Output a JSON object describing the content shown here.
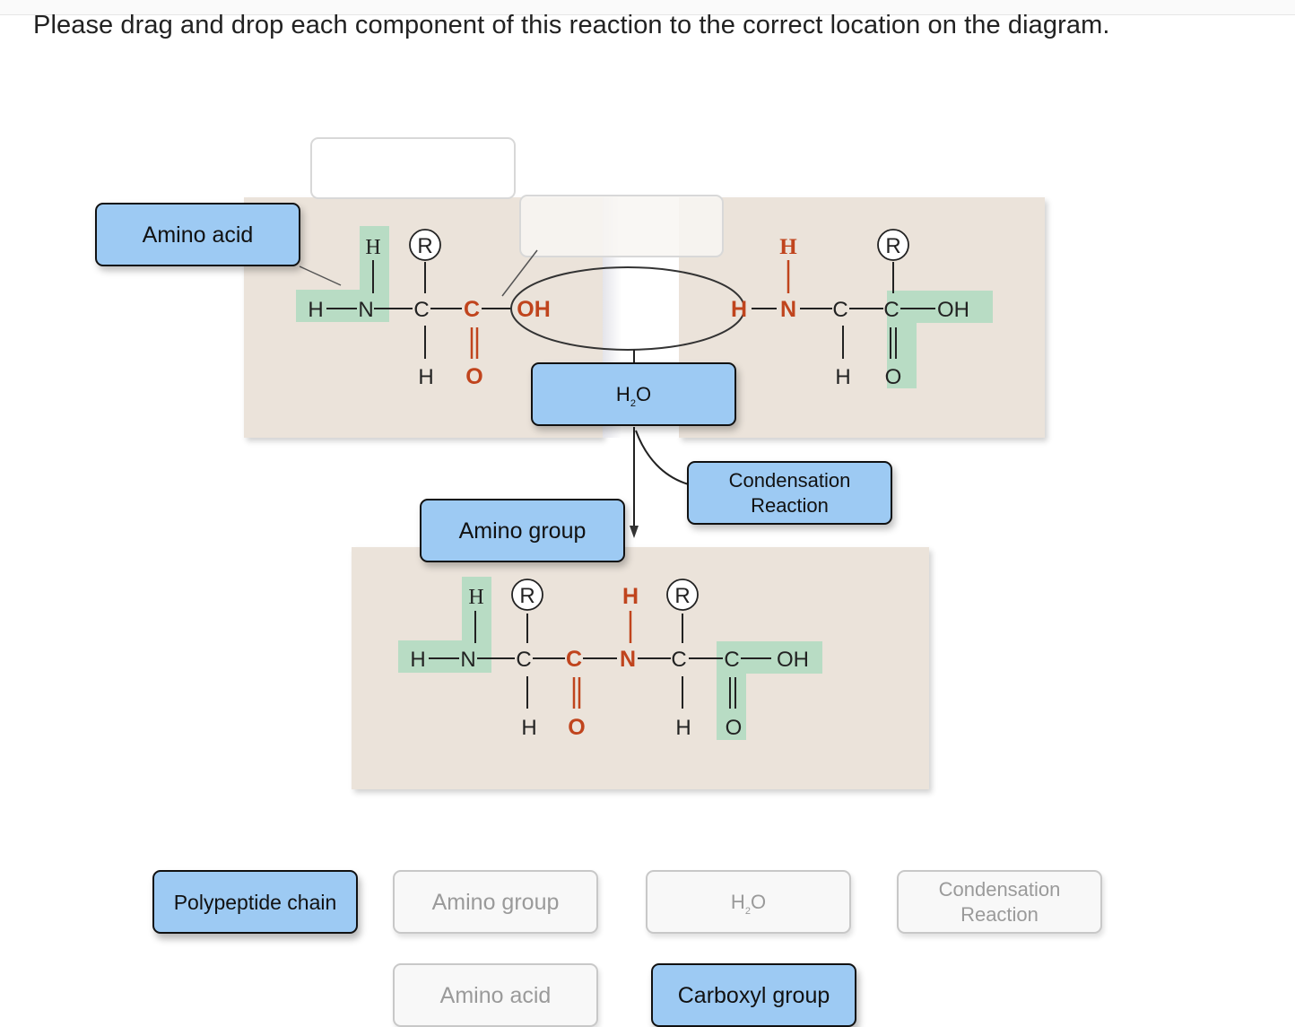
{
  "prompt": "Please drag and drop each component of this reaction to the correct location on the diagram.",
  "diagram": {
    "drop_zones": [
      {
        "label": "",
        "state": "empty"
      },
      {
        "label": "",
        "state": "empty"
      }
    ],
    "placed_labels": {
      "amino_acid": "Amino acid",
      "water_main": "H",
      "water_sub": "2",
      "water_tail": "O",
      "condensation_line1": "Condensation",
      "condensation_line2": "Reaction",
      "amino_group": "Amino group"
    },
    "molecule_text": {
      "H": "H",
      "N": "N",
      "C": "C",
      "O": "O",
      "OH": "OH",
      "R": "R"
    },
    "colors": {
      "panel_bg": "#ebe3da",
      "highlight_green": "#b8dcc4",
      "reactive_orange": "#c0441d",
      "chip_blue": "#9dcaf3"
    }
  },
  "bank": {
    "items": [
      {
        "label": "Polypeptide chain",
        "state": "available"
      },
      {
        "label": "Amino group",
        "state": "used"
      },
      {
        "label": "H",
        "sub": "2",
        "tail": "O",
        "state": "used"
      },
      {
        "label": "Condensation",
        "label2": "Reaction",
        "state": "used"
      },
      {
        "label": "Amino acid",
        "state": "used"
      },
      {
        "label": "Carboxyl group",
        "state": "available"
      }
    ]
  }
}
